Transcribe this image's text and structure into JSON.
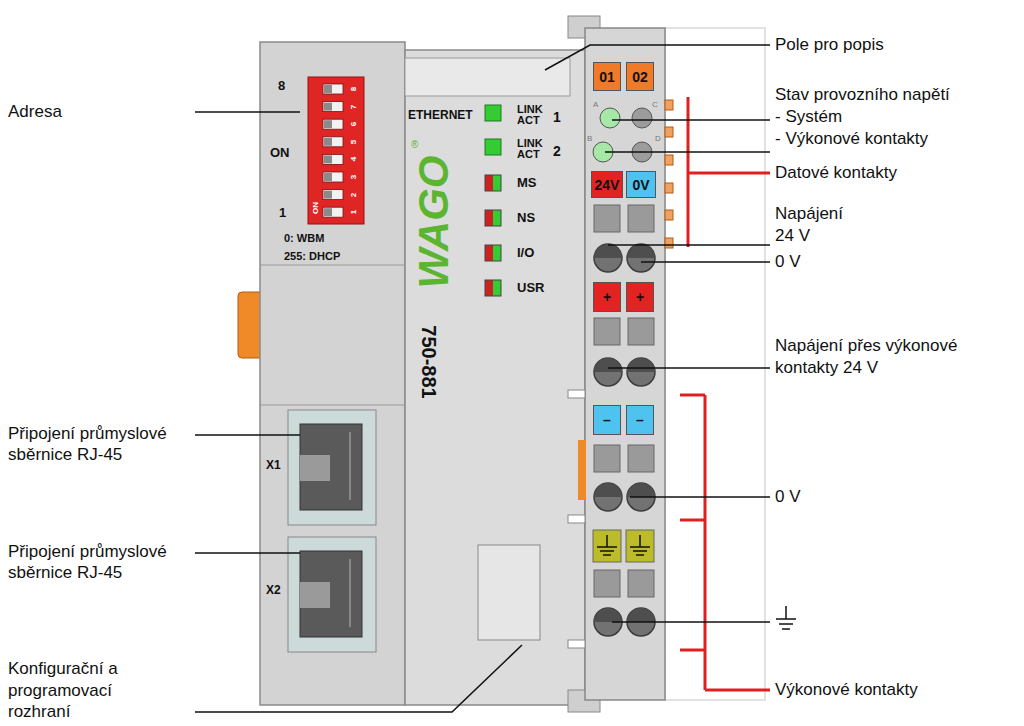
{
  "diagram": {
    "nodes": [
      {
        "text": [
          "01"
        ]
      },
      {
        "text": [
          "02"
        ]
      },
      {
        "text": [
          "24V"
        ]
      },
      {
        "text": [
          "0V"
        ]
      },
      {
        "text": [
          "+"
        ]
      },
      {
        "text": [
          "+"
        ]
      },
      {
        "text": [
          "–"
        ]
      },
      {
        "text": [
          "–"
        ]
      }
    ],
    "labels": [
      "Adresa",
      "8",
      "ON",
      "1",
      "8",
      "7",
      "6",
      "5",
      "4",
      "3",
      "2",
      "1",
      "ON",
      "0: WBM",
      "255: DHCP",
      "Připojení průmyslové sběrnice RJ-45",
      "X1",
      "Připojení průmyslové sběrnice RJ-45",
      "X2",
      "Konfigurační a programovací rozhraní",
      "ETHERNET",
      "LINK ACT",
      "1",
      "LINK ACT",
      "2",
      "MS",
      "NS",
      "I/O",
      "USR",
      "WAGO",
      "®",
      "750-881",
      "A",
      "C",
      "B",
      "D",
      "Pole pro popis",
      "Stav provozního napětí",
      "- Systém",
      "- Výkonové kontakty",
      "Datové kontakty",
      "Napájení 24 V",
      "0 V",
      "Napájení přes výkonové kontakty 24 V",
      "0 V",
      "Výkonové kontakty"
    ]
  }
}
